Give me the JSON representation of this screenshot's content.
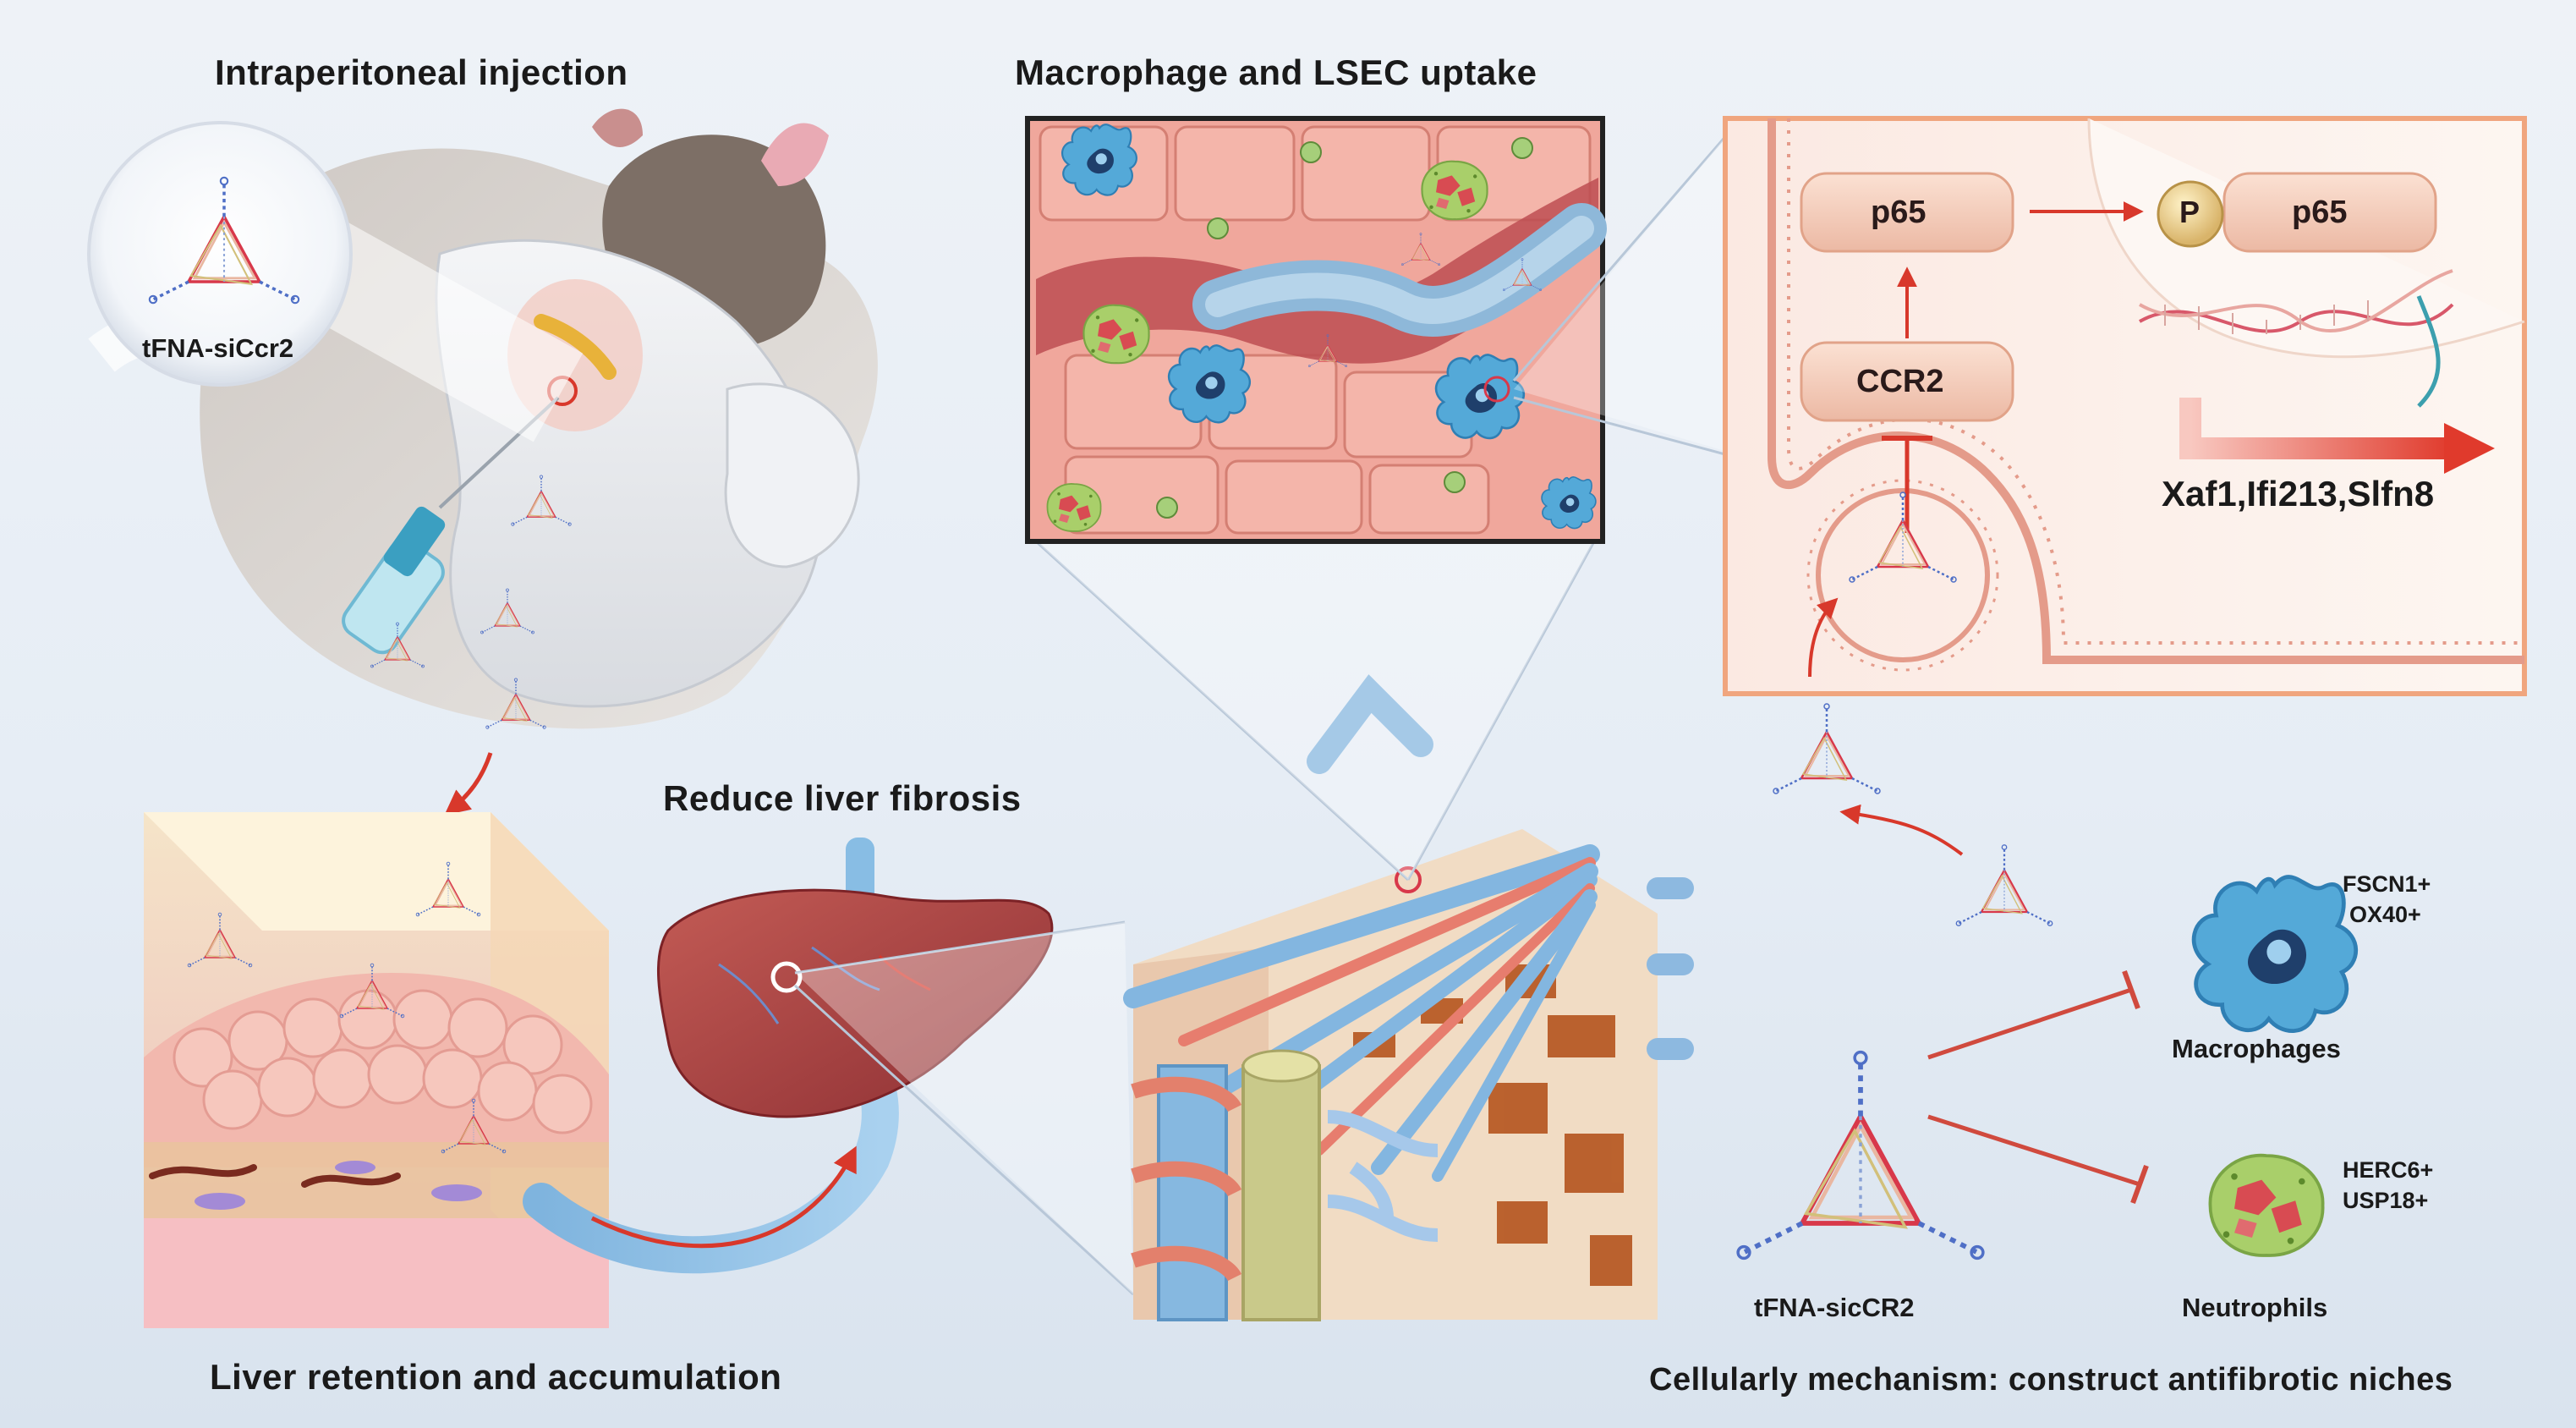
{
  "titles": {
    "injection": "Intraperitoneal  injection",
    "uptake": "Macrophage  and  LSEC  uptake",
    "reduce": "Reduce liver fibrosis",
    "retention": "Liver retention and accumulation",
    "mechanism": "Cellularly mechanism: construct antifibrotic niches"
  },
  "labels": {
    "tfna_sirna": "tFNA-siCcr2",
    "tfna_sicr2": "tFNA-sicCR2",
    "macrophages": "Macrophages",
    "neutrophils": "Neutrophils",
    "macro_markers_1": "FSCN1+",
    "macro_markers_2": "OX40+",
    "neutro_markers_1": "HERC6+",
    "neutro_markers_2": "USP18+"
  },
  "pathway": {
    "p65": "p65",
    "p65_phos": "p65",
    "phospho": "P",
    "ccr2": "CCR2",
    "genes": "Xaf1,Ifi213,Slfn8"
  },
  "colors": {
    "red_arrow": "#d8382b",
    "inhibit": "#d04a3e",
    "pill_fill": "#f3cdbd",
    "macrophage": "#4aa3d3",
    "liver": "#b04a45",
    "tissue_pink": "#f2b6ae"
  }
}
